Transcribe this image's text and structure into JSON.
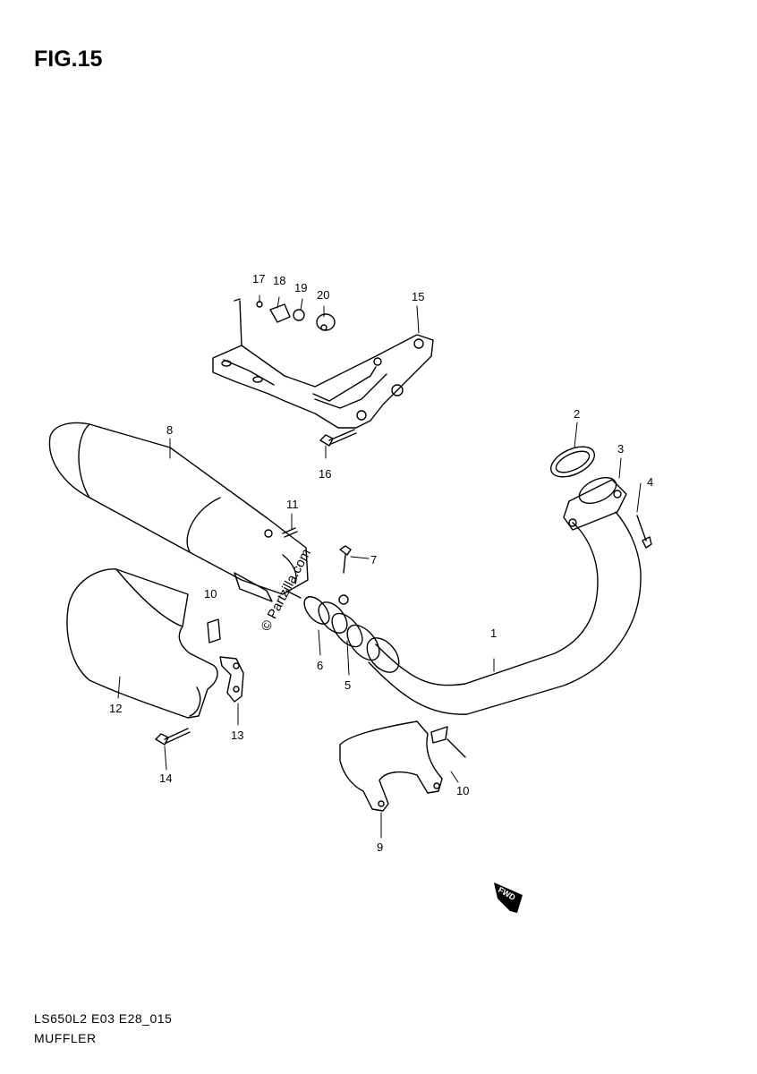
{
  "figure": {
    "title": "FIG.15"
  },
  "callouts": [
    {
      "id": "c17",
      "label": "17"
    },
    {
      "id": "c18",
      "label": "18"
    },
    {
      "id": "c19",
      "label": "19"
    },
    {
      "id": "c20",
      "label": "20"
    },
    {
      "id": "c15",
      "label": "15"
    },
    {
      "id": "c16",
      "label": "16"
    },
    {
      "id": "c8",
      "label": "8"
    },
    {
      "id": "c11",
      "label": "11"
    },
    {
      "id": "c7",
      "label": "7"
    },
    {
      "id": "c10a",
      "label": "10"
    },
    {
      "id": "c6",
      "label": "6"
    },
    {
      "id": "c5",
      "label": "5"
    },
    {
      "id": "c1",
      "label": "1"
    },
    {
      "id": "c2",
      "label": "2"
    },
    {
      "id": "c3",
      "label": "3"
    },
    {
      "id": "c4",
      "label": "4"
    },
    {
      "id": "c12",
      "label": "12"
    },
    {
      "id": "c13",
      "label": "13"
    },
    {
      "id": "c14",
      "label": "14"
    },
    {
      "id": "c10b",
      "label": "10"
    },
    {
      "id": "c9",
      "label": "9"
    }
  ],
  "watermark": "© Partzilla.com",
  "fwd_label": "FWD",
  "footer": {
    "code": "LS650L2 E03 E28_015",
    "name": "MUFFLER"
  }
}
